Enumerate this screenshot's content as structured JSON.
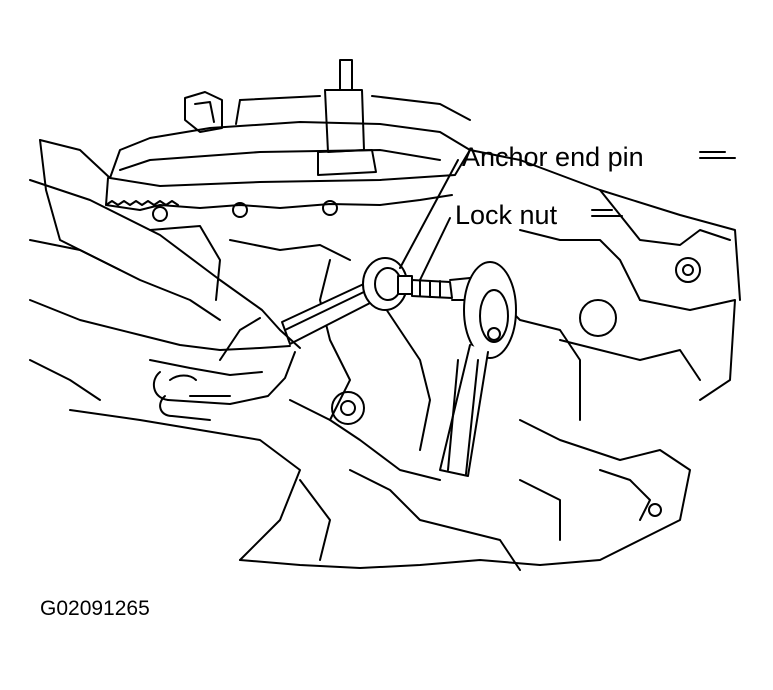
{
  "labels": {
    "anchor_end_pin": "Anchor end pin",
    "lock_nut": "Lock nut"
  },
  "figure_code": "G02091265",
  "colors": {
    "line": "#000000",
    "background": "#ffffff"
  }
}
